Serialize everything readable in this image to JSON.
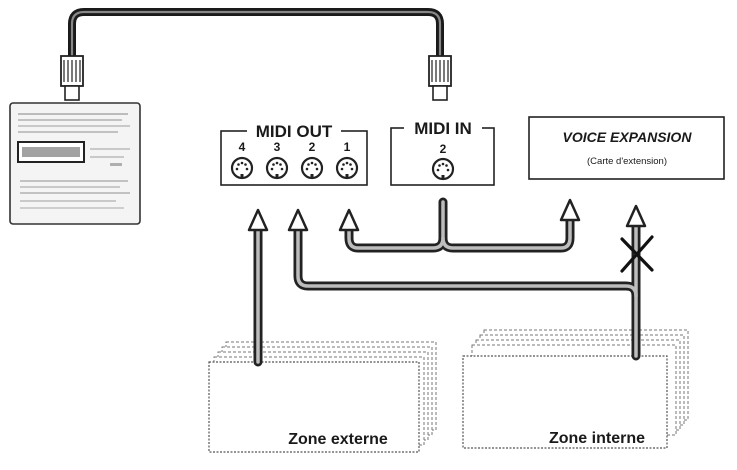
{
  "midi_out": {
    "label": "MIDI OUT",
    "ports": [
      "4",
      "3",
      "2",
      "1"
    ]
  },
  "midi_in": {
    "label": "MIDI IN",
    "ports": [
      "2"
    ]
  },
  "voice_expansion": {
    "title": "VOICE EXPANSION",
    "subtitle": "(Carte d'extension)"
  },
  "zones": {
    "external": "Zone externe",
    "internal": "Zone interne"
  },
  "icons": {
    "blocked": "cross-mark-icon",
    "port": "din-connector-icon",
    "device": "midi-device-icon"
  }
}
